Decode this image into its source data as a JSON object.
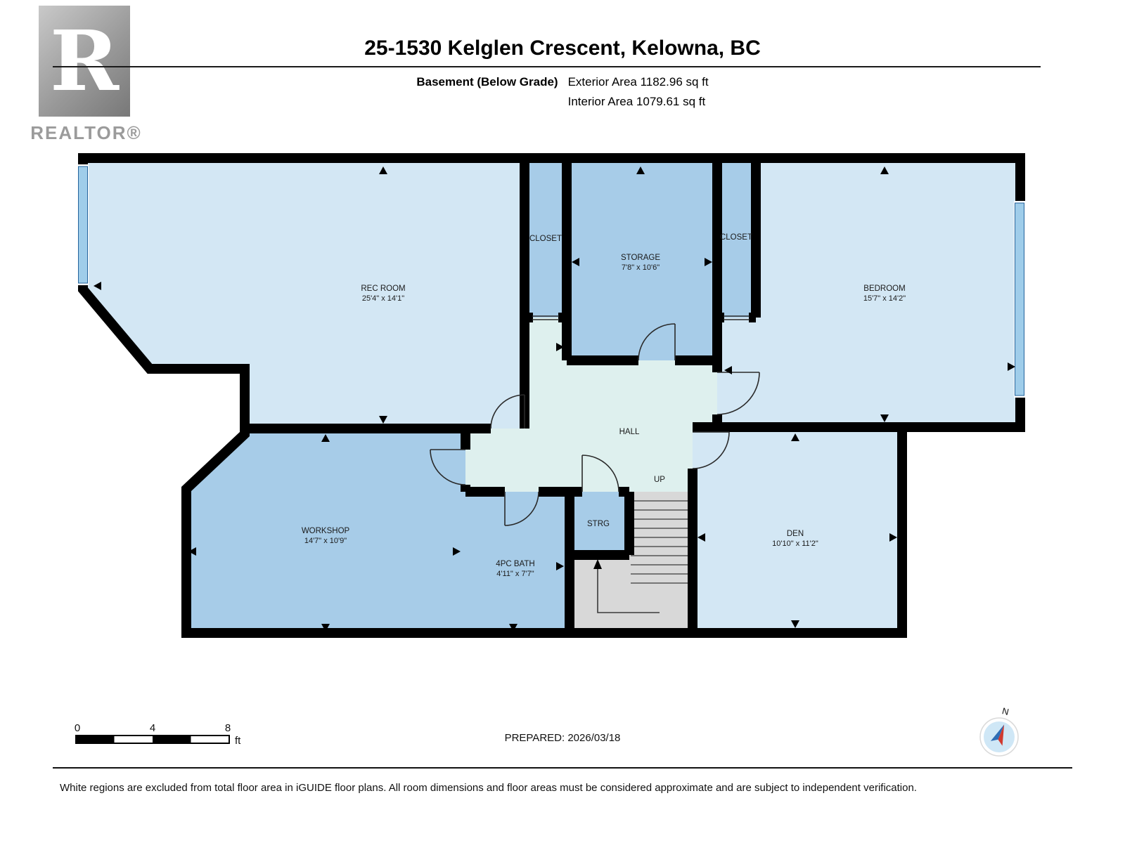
{
  "header": {
    "title": "25-1530 Kelglen Crescent, Kelowna, BC",
    "floor_label": "Basement (Below Grade)",
    "exterior_area": "Exterior Area 1182.96 sq ft",
    "interior_area": "Interior Area 1079.61 sq ft"
  },
  "logo": {
    "letter": "R",
    "brand": "REALTOR®"
  },
  "rooms": {
    "rec_room": {
      "name": "REC ROOM",
      "dims": "25'4\" x 14'1\""
    },
    "closet_left": {
      "name": "CLOSET"
    },
    "storage": {
      "name": "STORAGE",
      "dims": "7'8\" x 10'6\""
    },
    "closet_right": {
      "name": "CLOSET"
    },
    "bedroom": {
      "name": "BEDROOM",
      "dims": "15'7\" x 14'2\""
    },
    "hall": {
      "name": "HALL"
    },
    "stairs": {
      "up_label": "UP"
    },
    "strg": {
      "name": "STRG"
    },
    "workshop": {
      "name": "WORKSHOP",
      "dims": "14'7\" x 10'9\""
    },
    "bath": {
      "name": "4PC BATH",
      "dims": "4'11\" x 7'7\""
    },
    "den": {
      "name": "DEN",
      "dims": "10'10\" x 11'2\""
    }
  },
  "scale_bar": {
    "start": "0",
    "mid": "4",
    "end": "8",
    "unit": "ft"
  },
  "compass": {
    "north_label": "N"
  },
  "footer": {
    "prepared": "PREPARED: 2026/03/18",
    "disclaimer": "White regions are excluded from total floor area in iGUIDE floor plans. All room dimensions and floor areas must be considered approximate and are subject to independent verification."
  },
  "colors": {
    "room_light": "#d3e7f4",
    "room_medium": "#a7cce8",
    "hall": "#def0ee",
    "stairs_gray": "#d8d8d8",
    "wall": "#000000",
    "window_fill": "#9fcdea"
  }
}
